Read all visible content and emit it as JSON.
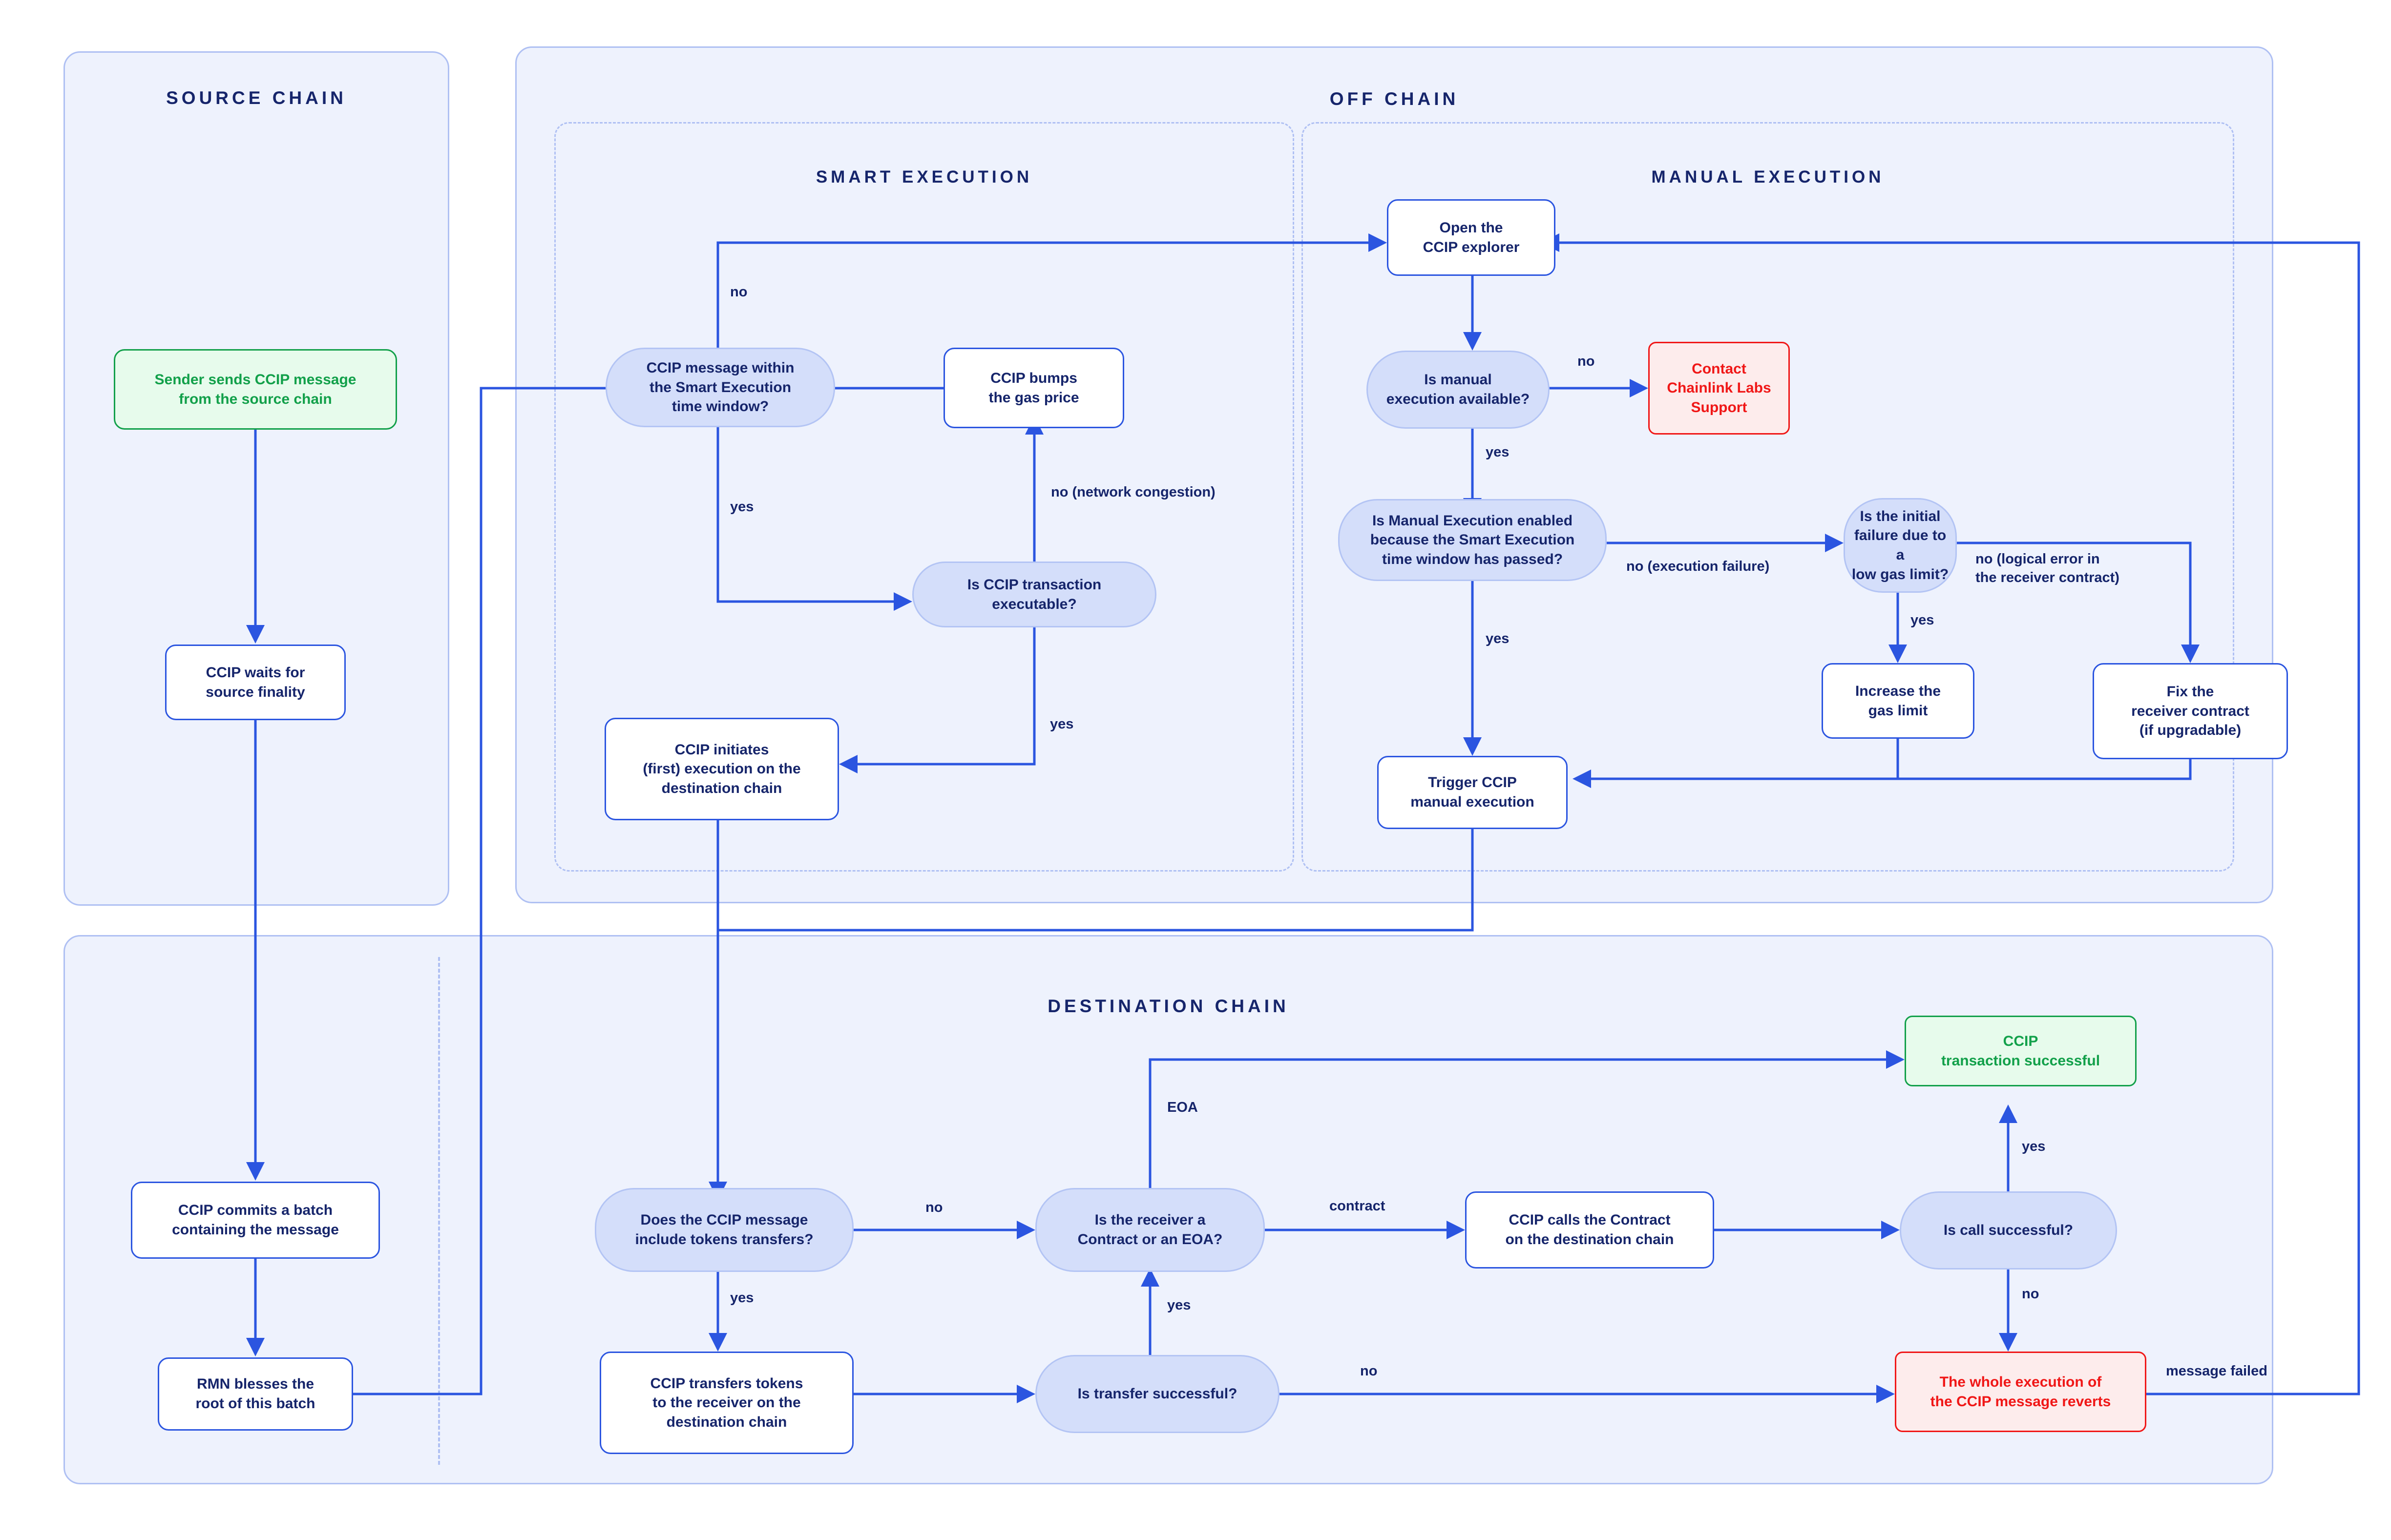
{
  "lanes": {
    "source": {
      "title": "SOURCE CHAIN"
    },
    "offchain": {
      "title": "OFF CHAIN"
    },
    "smart": {
      "title": "SMART EXECUTION"
    },
    "manual": {
      "title": "MANUAL EXECUTION"
    },
    "destination": {
      "title": "DESTINATION CHAIN"
    }
  },
  "nodes": {
    "sender": "Sender sends CCIP message\nfrom the source chain",
    "wait_finality": "CCIP waits for\nsource finality",
    "commits_batch": "CCIP commits a batch\ncontaining the message",
    "rmn_blesses": "RMN blesses the\nroot of this batch",
    "within_window": "CCIP message within\nthe Smart Execution\ntime window?",
    "bumps_gas": "CCIP bumps\nthe gas price",
    "tx_executable": "Is CCIP transaction\nexecutable?",
    "initiates_exec": "CCIP initiates\n(first) execution on the\ndestination chain",
    "open_explorer": "Open the\nCCIP explorer",
    "manual_available": "Is manual\nexecution available?",
    "contact_support": "Contact\nChainlink Labs\nSupport",
    "manual_enabled": "Is Manual Execution enabled\nbecause the Smart Execution\ntime window has passed?",
    "initial_failure": "Is the initial\nfailure due to a\nlow gas limit?",
    "increase_gas": "Increase the\ngas limit",
    "fix_receiver": "Fix the\nreceiver contract\n(if upgradable)",
    "trigger_manual": "Trigger CCIP\nmanual execution",
    "include_tokens": "Does the CCIP message\ninclude tokens transfers?",
    "transfers_tokens": "CCIP transfers tokens\nto the receiver on the\ndestination chain",
    "transfer_successful": "Is transfer successful?",
    "receiver_type": "Is the receiver a\nContract or an EOA?",
    "calls_contract": "CCIP calls the Contract\non the destination chain",
    "call_successful": "Is call successful?",
    "tx_successful": "CCIP\ntransaction successful",
    "reverts": "The whole execution of\nthe CCIP message reverts"
  },
  "edge_labels": {
    "smart_no": "no",
    "smart_yes": "yes",
    "network_congestion": "no (network congestion)",
    "executable_yes": "yes",
    "manual_no": "no",
    "manual_yes": "yes",
    "execution_failure": "no (execution failure)",
    "logical_error": "no (logical error in\nthe receiver contract)",
    "gaslimit_yes": "yes",
    "enabled_yes": "yes",
    "tokens_no": "no",
    "tokens_yes": "yes",
    "eoa": "EOA",
    "contract": "contract",
    "transfer_yes": "yes",
    "transfer_no": "no",
    "call_yes": "yes",
    "call_no": "no",
    "message_failed": "message failed"
  },
  "colors": {
    "lane_fill": "#EEF2FD",
    "lane_border": "#AFC0F3",
    "navy_text": "#16256B",
    "wire": "#2B55E0",
    "decision_fill": "#D4DEFA",
    "success": "#12A04A",
    "error": "#F01717"
  }
}
